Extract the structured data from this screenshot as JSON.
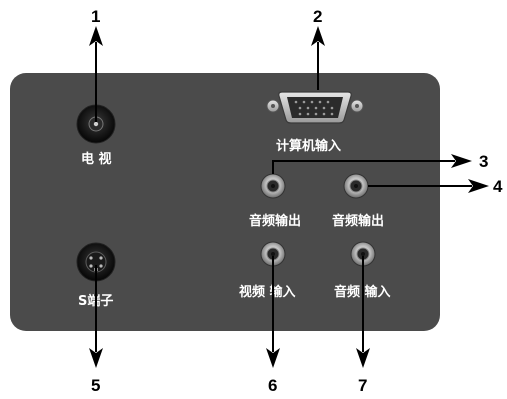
{
  "ports": {
    "tv": {
      "label": "电 视"
    },
    "vga": {
      "label": "计算机输入"
    },
    "svideo": {
      "label": "S端子"
    },
    "audio_out_1": {
      "label": "音频输出"
    },
    "audio_out_2": {
      "label": "音频输出"
    },
    "video_in": {
      "label": "视频 输入"
    },
    "audio_in": {
      "label": "音频 输入"
    }
  },
  "callouts": [
    "1",
    "2",
    "3",
    "4",
    "5",
    "6",
    "7"
  ],
  "colors": {
    "panel": "#4b4b4b",
    "jack_ring": "#c9c9c9",
    "label": "#ffffff",
    "arrow": "#000000"
  },
  "icons": {
    "tv": "coax-jack-icon",
    "vga": "vga-connector-icon",
    "svideo": "svideo-jack-icon",
    "rca": "rca-jack-icon"
  }
}
